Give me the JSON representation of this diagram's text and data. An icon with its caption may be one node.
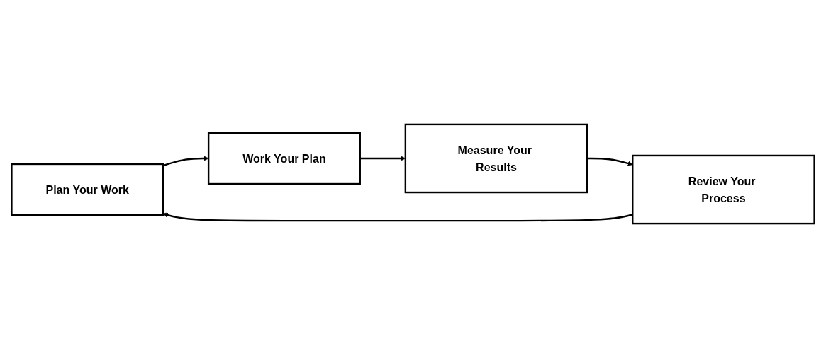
{
  "diagram": {
    "nodes": [
      {
        "text": [
          "Plan Your Work"
        ]
      },
      {
        "text": [
          "Work Your Plan"
        ]
      },
      {
        "text": [
          "Measure Your Results"
        ]
      },
      {
        "text": [
          "Review Your Process"
        ]
      }
    ],
    "edges": [
      {
        "from": 0,
        "to": 1,
        "arrow": "to"
      },
      {
        "from": 1,
        "to": 2,
        "arrow": "to"
      },
      {
        "from": 2,
        "to": 3,
        "arrow": "to"
      },
      {
        "from": 3,
        "to": 0,
        "arrow": "to"
      }
    ]
  }
}
